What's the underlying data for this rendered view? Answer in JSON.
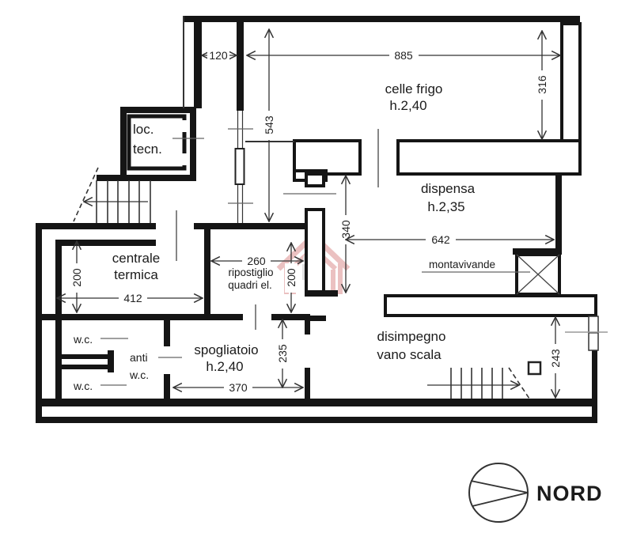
{
  "plan": {
    "rooms": {
      "celle_frigo": {
        "label": "celle frigo",
        "height": "h.2,40"
      },
      "dispensa": {
        "label": "dispensa",
        "height": "h.2,35"
      },
      "loc_tecn": {
        "line1": "loc.",
        "line2": "tecn."
      },
      "centrale_termica": {
        "line1": "centrale",
        "line2": "termica"
      },
      "ripostiglio": {
        "line1": "ripostiglio",
        "line2": "quadri el."
      },
      "spogliatoio": {
        "label": "spogliatoio",
        "height": "h.2,40"
      },
      "wc_top": {
        "label": "w.c."
      },
      "anti_wc": {
        "line1": "anti",
        "line2": "w.c."
      },
      "wc_bottom": {
        "label": "w.c."
      },
      "disimpegno": {
        "line1": "disimpegno",
        "line2": "vano scala"
      },
      "montavivande": {
        "label": "montavivande"
      }
    },
    "dimensions": {
      "corridor_width": "120",
      "celle_frigo_width": "885",
      "corridor_length": "543",
      "celle_frigo_depth": "316",
      "dispensa_depth": "340",
      "dispensa_width": "642",
      "ripostiglio_width": "260",
      "ripostiglio_depth": "200",
      "centrale_depth": "200",
      "centrale_width": "412",
      "spogliatoio_width": "370",
      "spogliatoio_depth": "235",
      "disimpegno_depth": "243"
    },
    "compass": {
      "label": "NORD"
    },
    "colors": {
      "wall": "#151515",
      "line": "#333333",
      "leader": "#666666",
      "watermark_red": "#dc9090",
      "watermark_gray": "#c7c7c7",
      "background": "#ffffff"
    }
  }
}
